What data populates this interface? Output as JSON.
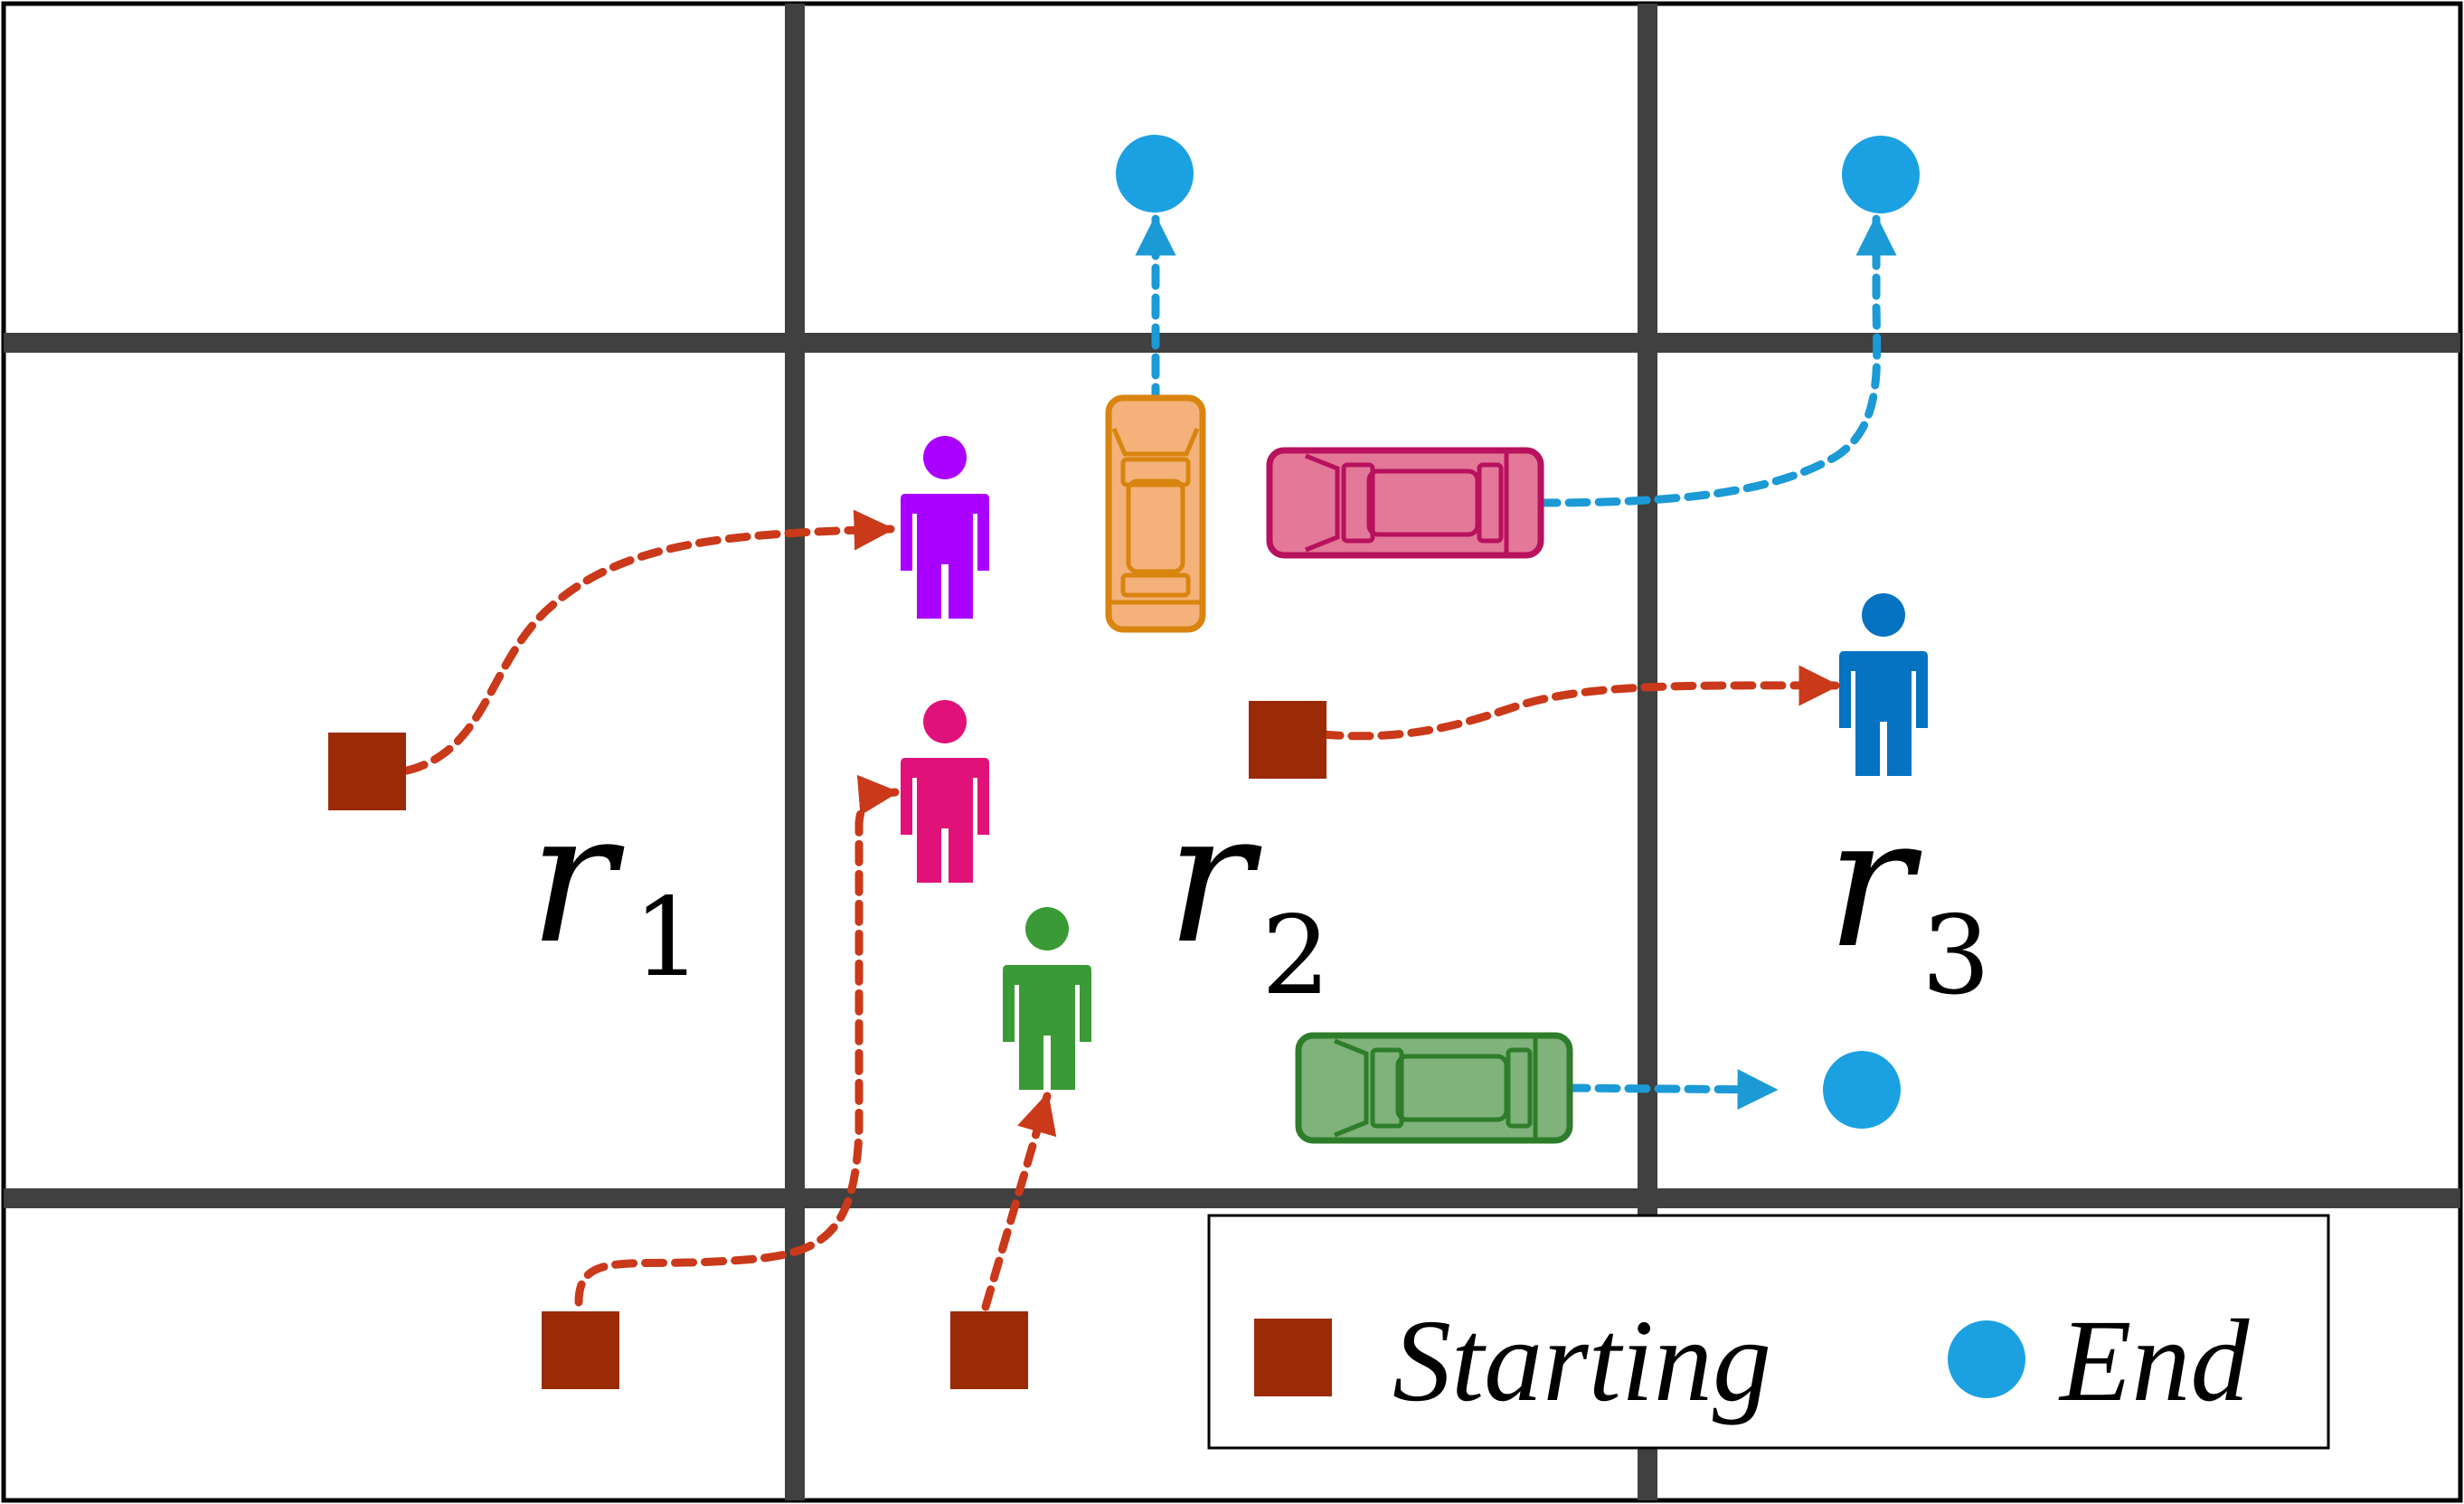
{
  "regions": [
    {
      "base": "r",
      "sub": "1"
    },
    {
      "base": "r",
      "sub": "2"
    },
    {
      "base": "r",
      "sub": "3"
    }
  ],
  "legend": {
    "start_label": "Starting",
    "end_label": "End"
  },
  "colors": {
    "grid": "#404040",
    "start_marker": "#9b2a06",
    "end_marker": "#1ba1e2",
    "trajectory_to_person": "#c9391a",
    "trajectory_from_vehicle": "#1b9ad6",
    "person_purple": "#aa00ff",
    "person_magenta": "#e0127a",
    "person_green": "#3a9a35",
    "person_blue": "#0572c2",
    "car_orange": "#d9840f",
    "car_pink": "#b8115e",
    "car_green": "#2e7d2a"
  }
}
